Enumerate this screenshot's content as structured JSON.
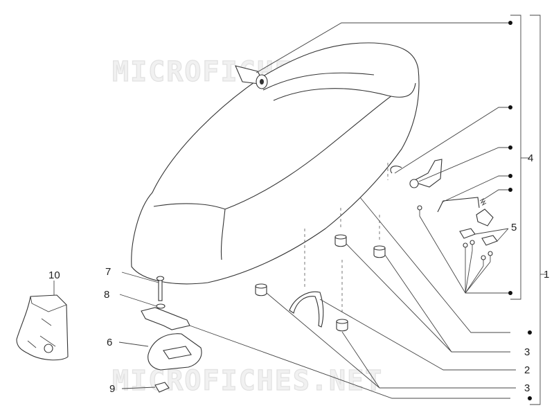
{
  "diagram": {
    "watermark_top": "MICROFICHES.NET",
    "watermark_bottom": "MICROFICHES.NET",
    "callouts": {
      "c1": "1",
      "c2": "2",
      "c3a": "3",
      "c3b": "3",
      "c4": "4",
      "c5": "5",
      "c6": "6",
      "c7": "7",
      "c8": "8",
      "c9": "9",
      "c10": "10"
    }
  }
}
